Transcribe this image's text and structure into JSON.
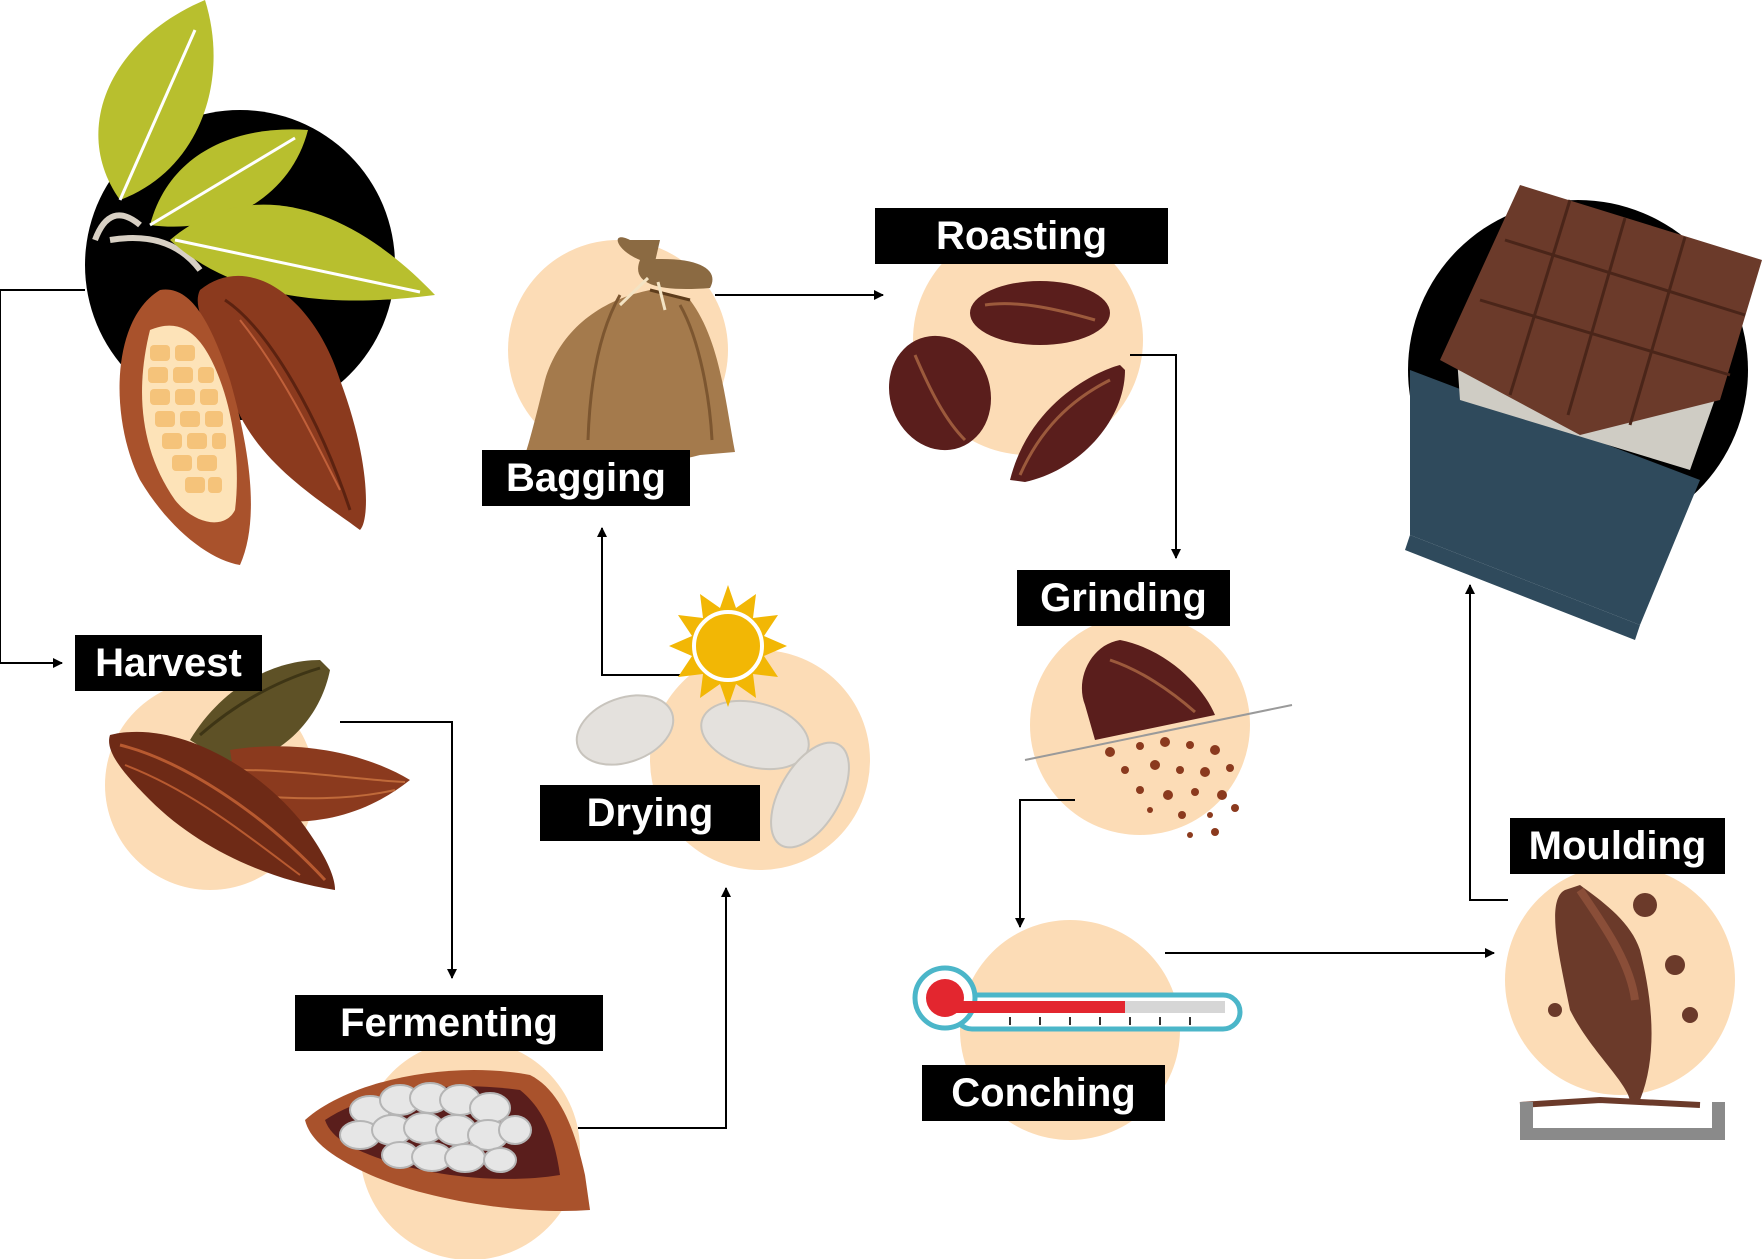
{
  "steps": {
    "harvest": "Harvest",
    "fermenting": "Fermenting",
    "drying": "Drying",
    "bagging": "Bagging",
    "roasting": "Roasting",
    "grinding": "Grinding",
    "conching": "Conching",
    "moulding": "Moulding"
  },
  "colors": {
    "circle_fill": "#fcdcb6",
    "label_bg": "#000000",
    "label_text": "#ffffff",
    "arrow": "#000000",
    "pod_brown": "#8b3a1e",
    "bean_dark": "#5a1e1c",
    "leaf_green": "#b8bf2e",
    "wrapper_blue": "#2f4a5c",
    "chocolate": "#6b3a2a",
    "sun": "#f2b705",
    "thermo_red": "#e3262f"
  },
  "icons": [
    "cocoa-tree-icon",
    "cocoa-pods-icon",
    "open-pod-icon",
    "sun-icon",
    "dry-beans-icon",
    "sack-icon",
    "roasted-beans-icon",
    "ground-bean-icon",
    "thermometer-icon",
    "chocolate-splash-icon",
    "chocolate-bar-icon"
  ]
}
